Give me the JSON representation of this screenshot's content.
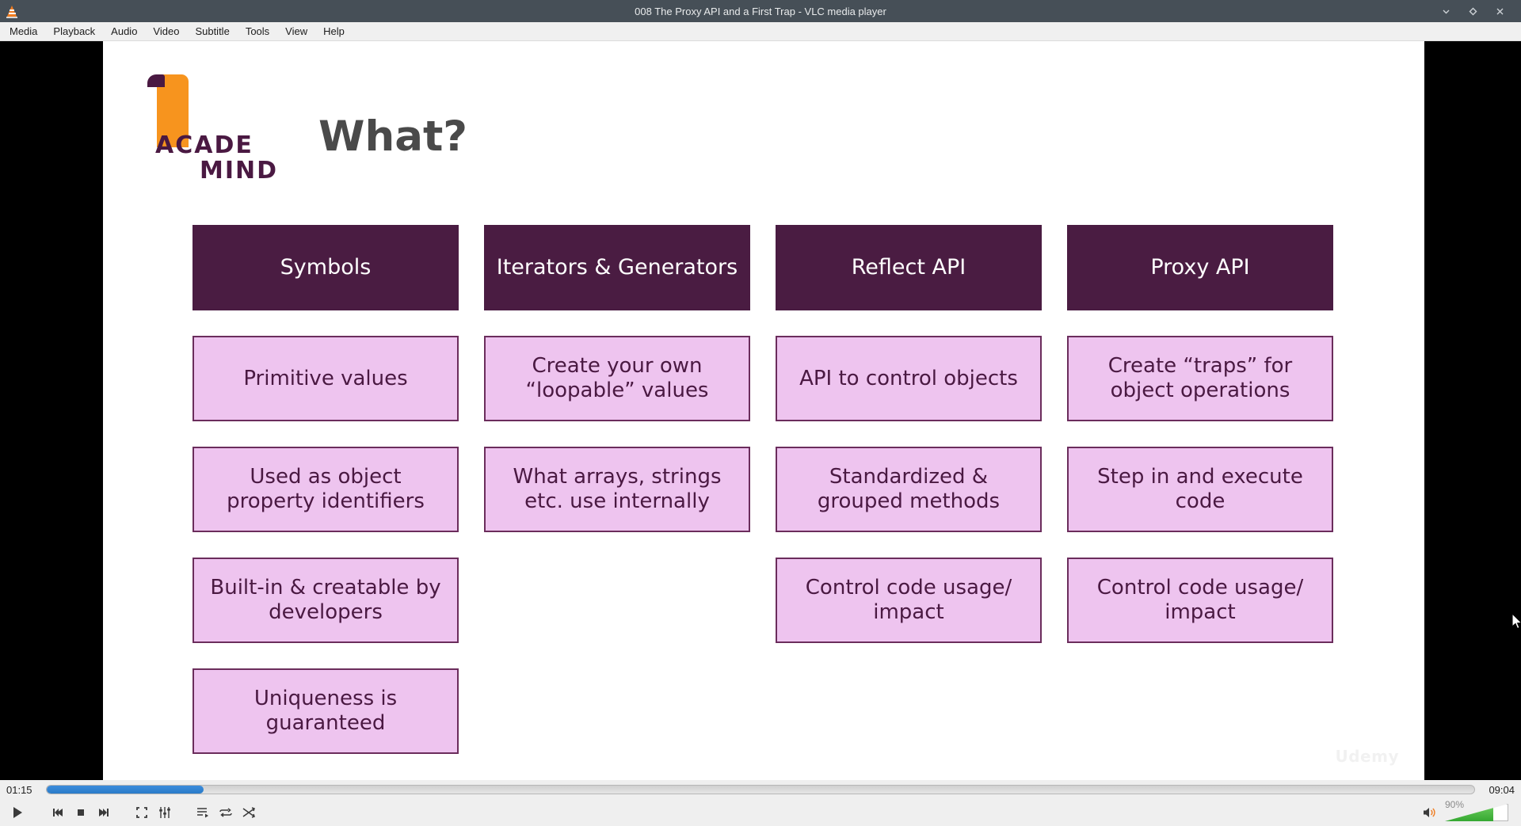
{
  "window": {
    "title": "008 The Proxy API and a First Trap - VLC media player",
    "app_icon": "vlc-cone-icon",
    "controls": [
      {
        "name": "minimize",
        "icon": "chevron-down-icon"
      },
      {
        "name": "maximize",
        "icon": "diamond-icon"
      },
      {
        "name": "close",
        "icon": "close-icon"
      }
    ]
  },
  "menubar": {
    "items": [
      {
        "label": "Media"
      },
      {
        "label": "Playback"
      },
      {
        "label": "Audio"
      },
      {
        "label": "Video"
      },
      {
        "label": "Subtitle"
      },
      {
        "label": "Tools"
      },
      {
        "label": "View"
      },
      {
        "label": "Help"
      }
    ]
  },
  "slide": {
    "logo": {
      "line1": "ACADE",
      "line2": "MIND",
      "flag_color": "#f7941e",
      "text_color": "#4a1942"
    },
    "title": "What?",
    "watermark": "Udemy",
    "header_color": "#4a1c42",
    "item_color": "#eec4ef",
    "border_color": "#6b2d5c",
    "columns": [
      {
        "header": "Symbols",
        "items": [
          "Primitive values",
          "Used as object property identifiers",
          "Built-in & creatable by developers",
          "Uniqueness is guaranteed"
        ]
      },
      {
        "header": "Iterators & Generators",
        "items": [
          "Create your own “loopable” values",
          "What arrays, strings etc. use internally"
        ]
      },
      {
        "header": "Reflect API",
        "items": [
          "API to control objects",
          "Standardized & grouped methods",
          "Control code usage/ impact"
        ]
      },
      {
        "header": "Proxy API",
        "items": [
          "Create “traps” for object operations",
          "Step in and execute code",
          "Control code usage/ impact"
        ]
      }
    ]
  },
  "player": {
    "elapsed": "01:15",
    "total": "09:04",
    "progress_percent": 11,
    "volume_label": "90%",
    "volume_percent": 90,
    "buttons": [
      {
        "name": "play-button",
        "icon": "play-icon"
      },
      {
        "name": "previous-button",
        "icon": "skip-backward-icon"
      },
      {
        "name": "stop-button",
        "icon": "stop-icon"
      },
      {
        "name": "next-button",
        "icon": "skip-forward-icon"
      },
      {
        "name": "fullscreen-button",
        "icon": "fullscreen-icon"
      },
      {
        "name": "extended-settings-button",
        "icon": "equalizer-icon"
      },
      {
        "name": "playlist-button",
        "icon": "playlist-icon"
      },
      {
        "name": "loop-button",
        "icon": "loop-icon"
      },
      {
        "name": "shuffle-button",
        "icon": "shuffle-icon"
      },
      {
        "name": "mute-button",
        "icon": "speaker-icon"
      }
    ]
  }
}
